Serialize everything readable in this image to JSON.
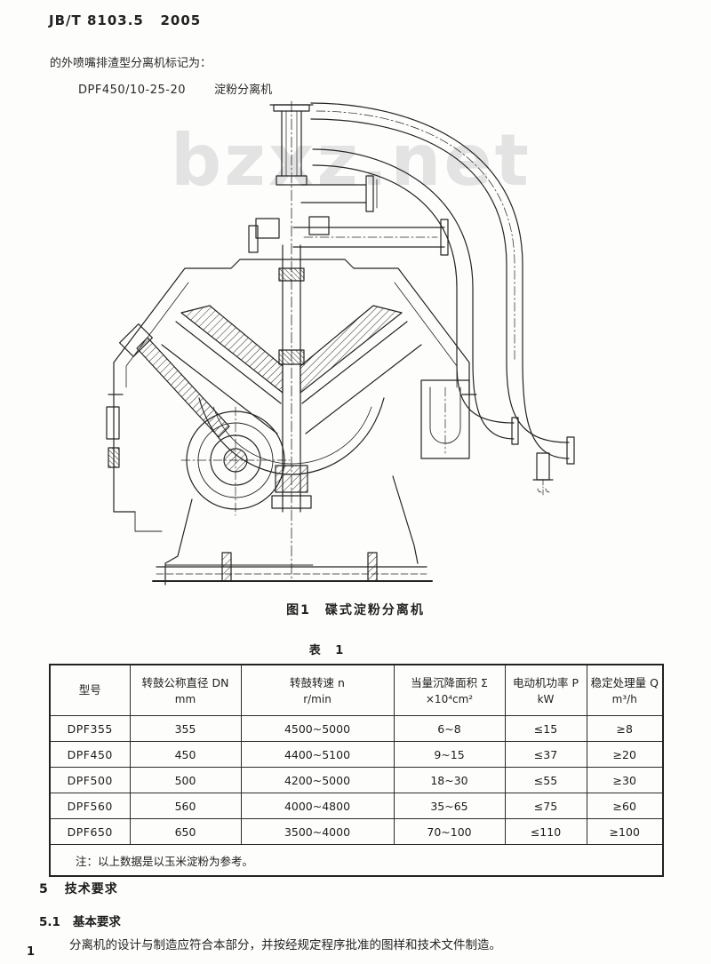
{
  "header": {
    "doc_number": "JB/T 8103.5   2005"
  },
  "intro": {
    "line1": "的外喷嘴排渣型分离机标记为：",
    "designation": "DPF450/10-25-20",
    "designation_name": "淀粉分离机"
  },
  "figure": {
    "watermark": "bzxz.net",
    "caption": "图1　碟式淀粉分离机"
  },
  "table": {
    "title": "表 1",
    "columns": [
      {
        "label": "型号",
        "unit": ""
      },
      {
        "label": "转鼓公称直径 DN",
        "unit": "mm"
      },
      {
        "label": "转鼓转速 n",
        "unit": "r/min"
      },
      {
        "label": "当量沉降面积 Σ",
        "unit": "×10⁴cm²"
      },
      {
        "label": "电动机功率 P",
        "unit": "kW"
      },
      {
        "label": "稳定处理量 Q",
        "unit": "m³/h"
      }
    ],
    "rows": [
      [
        "DPF355",
        "355",
        "4500~5000",
        "6~8",
        "≤15",
        "≥8"
      ],
      [
        "DPF450",
        "450",
        "4400~5100",
        "9~15",
        "≤37",
        "≥20"
      ],
      [
        "DPF500",
        "500",
        "4200~5000",
        "18~30",
        "≤55",
        "≥30"
      ],
      [
        "DPF560",
        "560",
        "4000~4800",
        "35~65",
        "≤75",
        "≥60"
      ],
      [
        "DPF650",
        "650",
        "3500~4000",
        "70~100",
        "≤110",
        "≥100"
      ]
    ],
    "note": "注：以上数据是以玉米淀粉为参考。"
  },
  "sections": {
    "s5_num": "5",
    "s5_title": "技术要求",
    "s51_num": "5.1",
    "s51_title": "基本要求",
    "s51_body": "分离机的设计与制造应符合本部分，并按经规定程序批准的图样和技术文件制造。"
  },
  "footer": {
    "page_number": "1"
  }
}
